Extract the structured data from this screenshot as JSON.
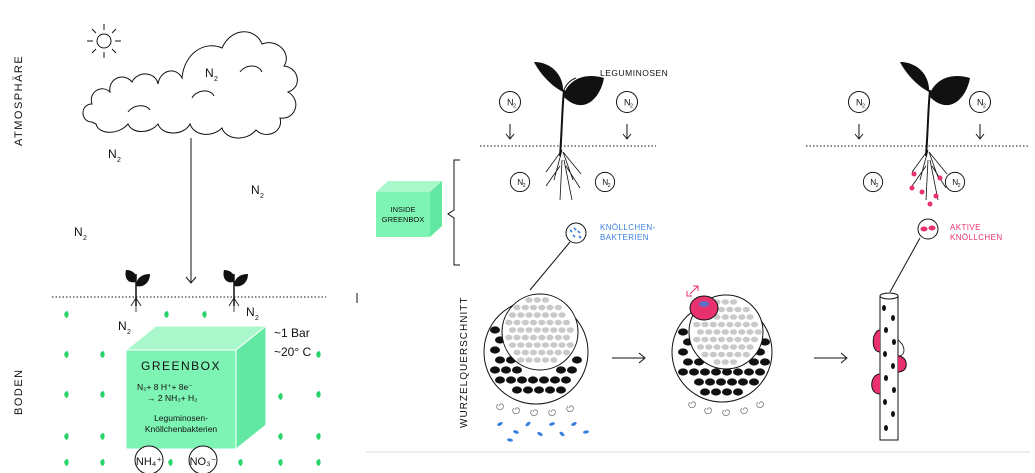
{
  "colors": {
    "green": "#7ef4b4",
    "green_dark": "#5ee6a0",
    "pink": "#e8316e",
    "blue": "#3b7fe0",
    "gray": "#c9c9c9",
    "black": "#111111"
  },
  "left_panel": {
    "atmosphere_label": "ATMOSPHÄRE",
    "soil_label": "BODEN",
    "n2_label": "N",
    "n2_sub": "2",
    "pressure": "~1 Bar",
    "temperature": "~20° C",
    "greenbox": {
      "title": "GREENBOX",
      "eq_line1": "N₂+ 8 H⁺+ 8e⁻",
      "eq_line2": "→ 2 NH₃+ H₂",
      "bacteria_line1": "Leguminosen-",
      "bacteria_line2": "Knöllchenbakterien"
    },
    "ammonium": "NH₄⁺",
    "nitrate": "NO₃⁻"
  },
  "right_panel": {
    "legume_label": "LEGUMINOSEN",
    "inside_label_line1": "INSIDE",
    "inside_label_line2": "GREENBOX",
    "bacteria_label_line1": "KNÖLLCHEN-",
    "bacteria_label_line2": "BAKTERIEN",
    "active_label_line1": "AKTIVE",
    "active_label_line2": "KNÖLLCHEN",
    "root_section_label": "WURZELQUERSCHNITT",
    "n2_label": "N",
    "n2_sub": "2"
  }
}
